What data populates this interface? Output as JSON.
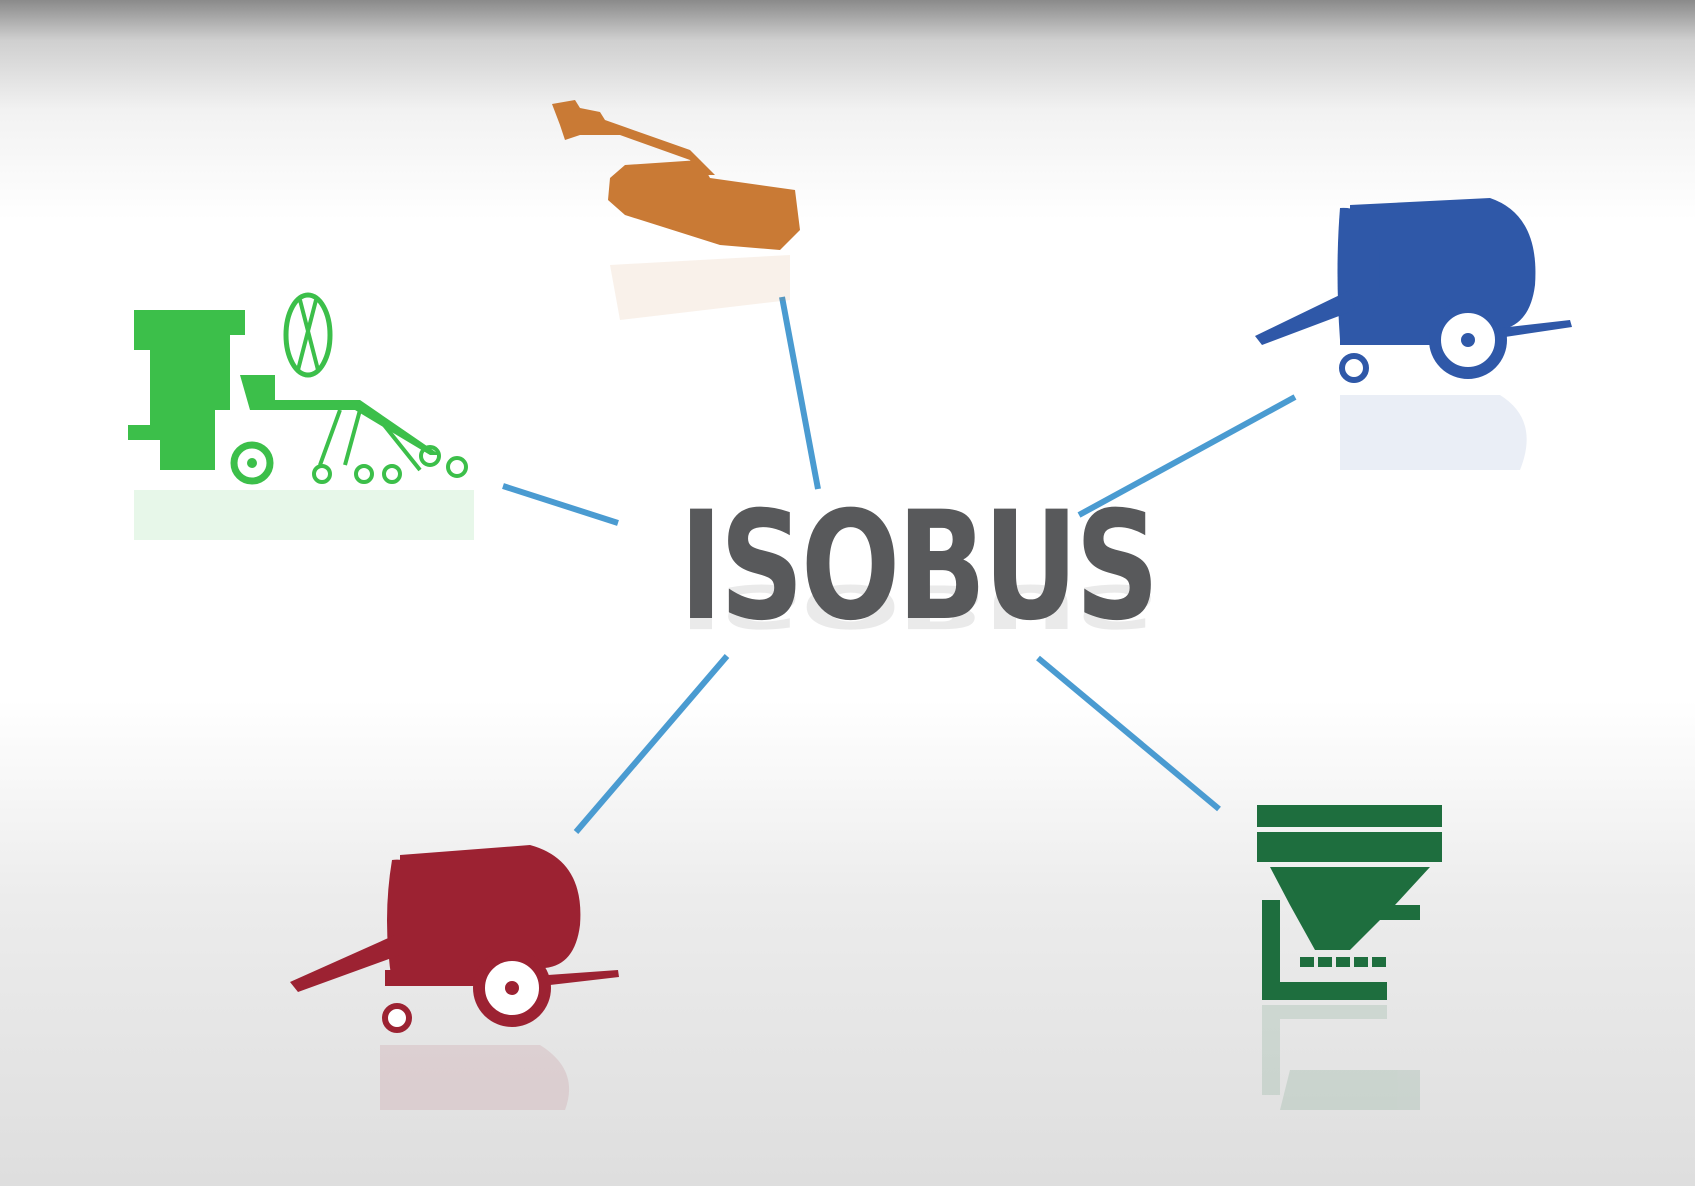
{
  "hub": {
    "label": "ISOBUS",
    "color": "#58595b"
  },
  "connector_color": "#4a9bd1",
  "devices": [
    {
      "name": "seed-drill",
      "color": "#3cbf4a"
    },
    {
      "name": "mower",
      "color": "#c97a35"
    },
    {
      "name": "round-baler-blue",
      "color": "#2f58a8"
    },
    {
      "name": "round-baler-red",
      "color": "#9c2232"
    },
    {
      "name": "fertilizer-spreader",
      "color": "#1e6e3e"
    }
  ]
}
